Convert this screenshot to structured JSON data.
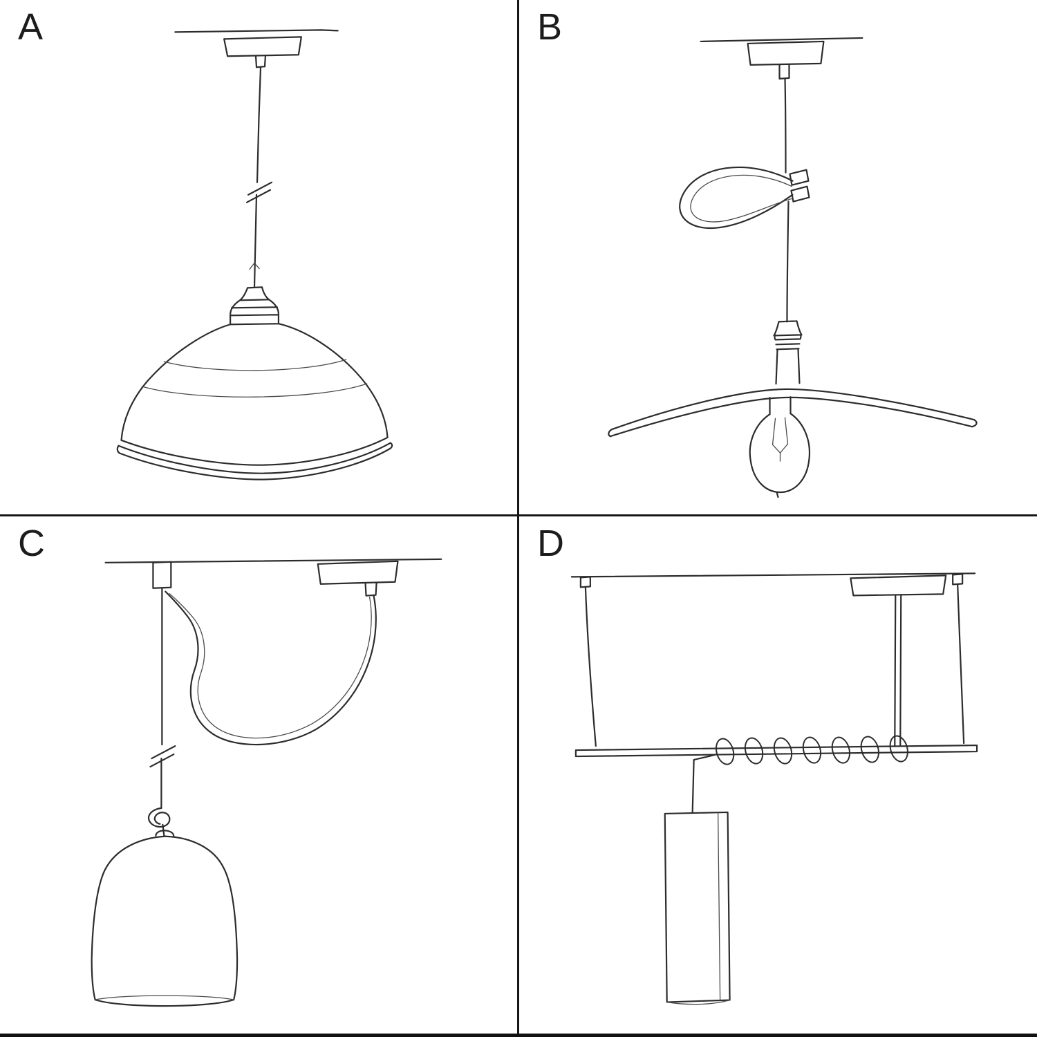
{
  "page": {
    "background_color": "#ffffff",
    "line_color": "#2c2c2c",
    "divider_color": "#161616"
  },
  "panels": [
    {
      "label": "A",
      "sketch": "pendant-industrial-bowl-shade-sketch"
    },
    {
      "label": "B",
      "sketch": "pendant-flat-plate-shade-cable-hook-bulb-sketch"
    },
    {
      "label": "C",
      "sketch": "swag-pendant-bell-shade-hook-knot-sketch"
    },
    {
      "label": "D",
      "sketch": "bar-suspension-coiled-cable-tube-pendant-sketch"
    }
  ]
}
